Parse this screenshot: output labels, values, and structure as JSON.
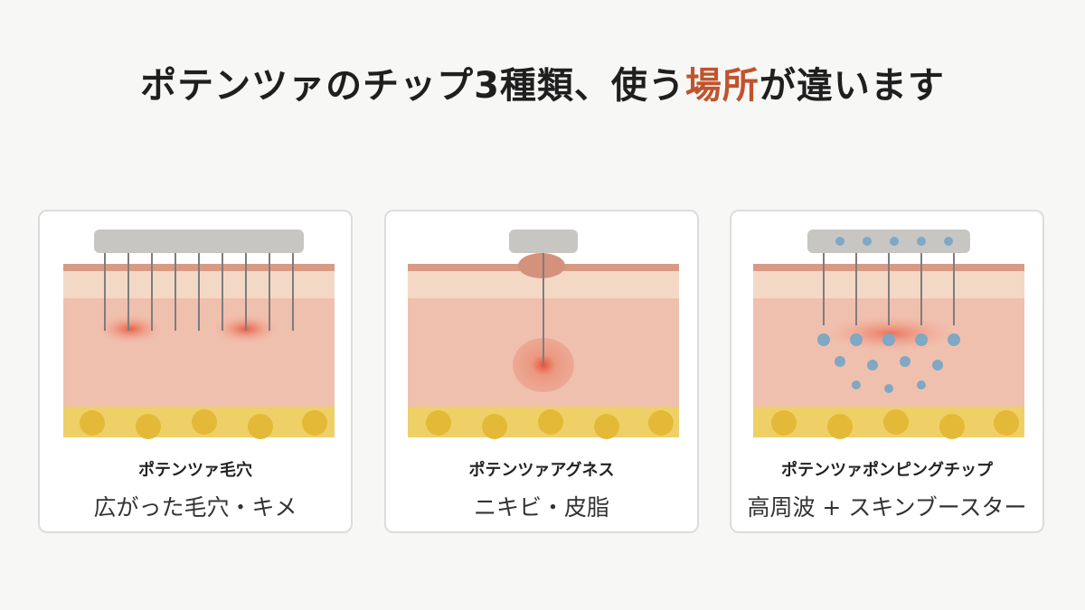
{
  "title": {
    "before": "ポテンツァのチップ3種類、使う",
    "highlight": "場所",
    "after": "が違います"
  },
  "colors": {
    "accent": "#c0532e",
    "skin_top": "#f4d8c6",
    "skin": "#f0c0ae",
    "fat": "#eed067",
    "fat_cell": "#e4b937",
    "tip": "#c8c6c2",
    "needle": "#7d7d7d",
    "booster_dot": "#7fa8c4"
  },
  "cards": [
    {
      "name": "ポテンツァ毛穴",
      "desc": "広がった毛穴・キメ"
    },
    {
      "name": "ポテンツァアグネス",
      "desc": "ニキビ・皮脂"
    },
    {
      "name": "ポテンツァポンピングチップ",
      "desc": "高周波 + スキンブースター"
    }
  ]
}
